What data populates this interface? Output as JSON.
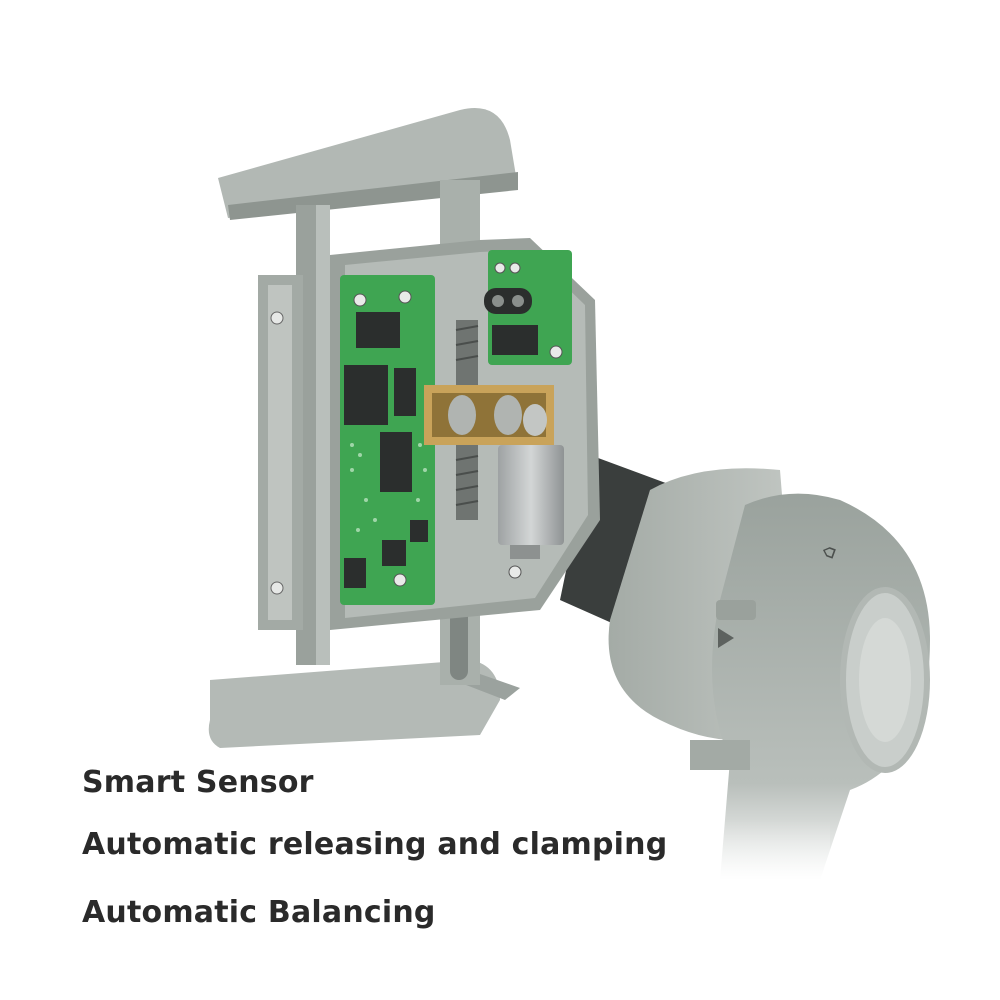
{
  "features": [
    "Smart Sensor",
    "Automatic releasing and clamping",
    "Automatic Balancing"
  ],
  "colors": {
    "text": "#2a2a2a",
    "housing": "#a9b0ab",
    "housing_dark": "#8e9590",
    "pcb": "#3fa552",
    "chip": "#2b2e2d",
    "gear": "#c9a35a",
    "motor": "#b9bcbd",
    "arm": "#3a3e3d"
  }
}
